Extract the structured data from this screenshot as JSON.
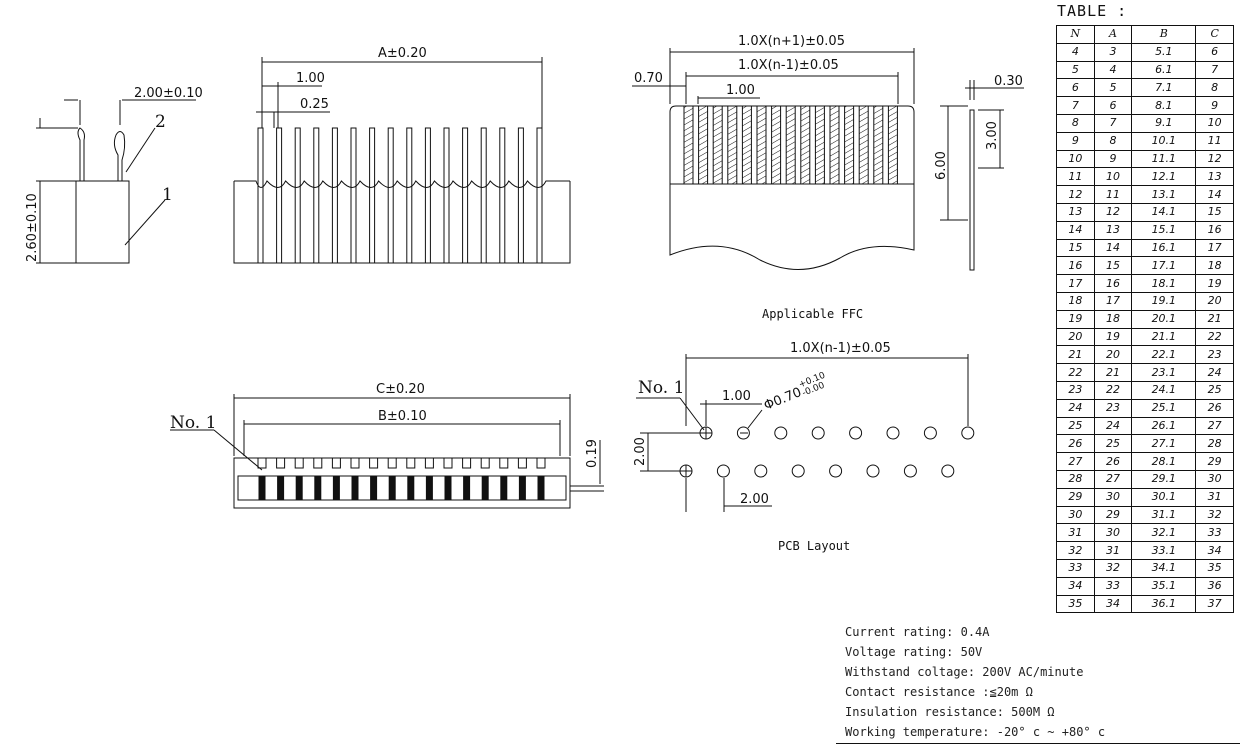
{
  "drawing": {
    "side_view": {
      "dim_pitch": "2.00±0.10",
      "dim_height": "2.60±0.10",
      "callout_1": "1",
      "callout_2": "2"
    },
    "front_view": {
      "dim_a": "A±0.20",
      "dim_pitch": "1.00",
      "dim_width": "0.25"
    },
    "ffc": {
      "dim_total": "1.0X(n+1)±0.05",
      "dim_span": "1.0X(n-1)±0.05",
      "dim_margin": "0.70",
      "dim_pitch": "1.00",
      "dim_thickness": "0.30",
      "dim_length": "6.00",
      "dim_contact": "3.00",
      "caption": "Applicable FFC"
    },
    "top_view": {
      "dim_c": "C±0.20",
      "dim_b": "B±0.10",
      "dim_gap": "0.19",
      "no1_label": "No. 1"
    },
    "pcb": {
      "dim_span": "1.0X(n-1)±0.05",
      "dim_pitch": "1.00",
      "dim_hole": "Φ0.70",
      "tol_plus": "+0.10",
      "tol_minus": "-0.00",
      "dim_row": "2.00",
      "dim_offset": "2.00",
      "no1_label": "No. 1",
      "caption": "PCB Layout"
    }
  },
  "table": {
    "title": "TABLE :",
    "headers": [
      "N",
      "A",
      "B",
      "C"
    ],
    "rows": [
      [
        "4",
        "3",
        "5.1",
        "6"
      ],
      [
        "5",
        "4",
        "6.1",
        "7"
      ],
      [
        "6",
        "5",
        "7.1",
        "8"
      ],
      [
        "7",
        "6",
        "8.1",
        "9"
      ],
      [
        "8",
        "7",
        "9.1",
        "10"
      ],
      [
        "9",
        "8",
        "10.1",
        "11"
      ],
      [
        "10",
        "9",
        "11.1",
        "12"
      ],
      [
        "11",
        "10",
        "12.1",
        "13"
      ],
      [
        "12",
        "11",
        "13.1",
        "14"
      ],
      [
        "13",
        "12",
        "14.1",
        "15"
      ],
      [
        "14",
        "13",
        "15.1",
        "16"
      ],
      [
        "15",
        "14",
        "16.1",
        "17"
      ],
      [
        "16",
        "15",
        "17.1",
        "18"
      ],
      [
        "17",
        "16",
        "18.1",
        "19"
      ],
      [
        "18",
        "17",
        "19.1",
        "20"
      ],
      [
        "19",
        "18",
        "20.1",
        "21"
      ],
      [
        "20",
        "19",
        "21.1",
        "22"
      ],
      [
        "21",
        "20",
        "22.1",
        "23"
      ],
      [
        "22",
        "21",
        "23.1",
        "24"
      ],
      [
        "23",
        "22",
        "24.1",
        "25"
      ],
      [
        "24",
        "23",
        "25.1",
        "26"
      ],
      [
        "25",
        "24",
        "26.1",
        "27"
      ],
      [
        "26",
        "25",
        "27.1",
        "28"
      ],
      [
        "27",
        "26",
        "28.1",
        "29"
      ],
      [
        "28",
        "27",
        "29.1",
        "30"
      ],
      [
        "29",
        "30",
        "30.1",
        "31"
      ],
      [
        "30",
        "29",
        "31.1",
        "32"
      ],
      [
        "31",
        "30",
        "32.1",
        "33"
      ],
      [
        "32",
        "31",
        "33.1",
        "34"
      ],
      [
        "33",
        "32",
        "34.1",
        "35"
      ],
      [
        "34",
        "33",
        "35.1",
        "36"
      ],
      [
        "35",
        "34",
        "36.1",
        "37"
      ]
    ]
  },
  "ratings": [
    "Current rating: 0.4A",
    "Voltage rating: 50V",
    "Withstand coltage: 200V AC/minute",
    "Contact resistance :≦20m Ω",
    "Insulation resistance: 500M Ω",
    "Working temperature: -20° c ~ +80° c"
  ]
}
